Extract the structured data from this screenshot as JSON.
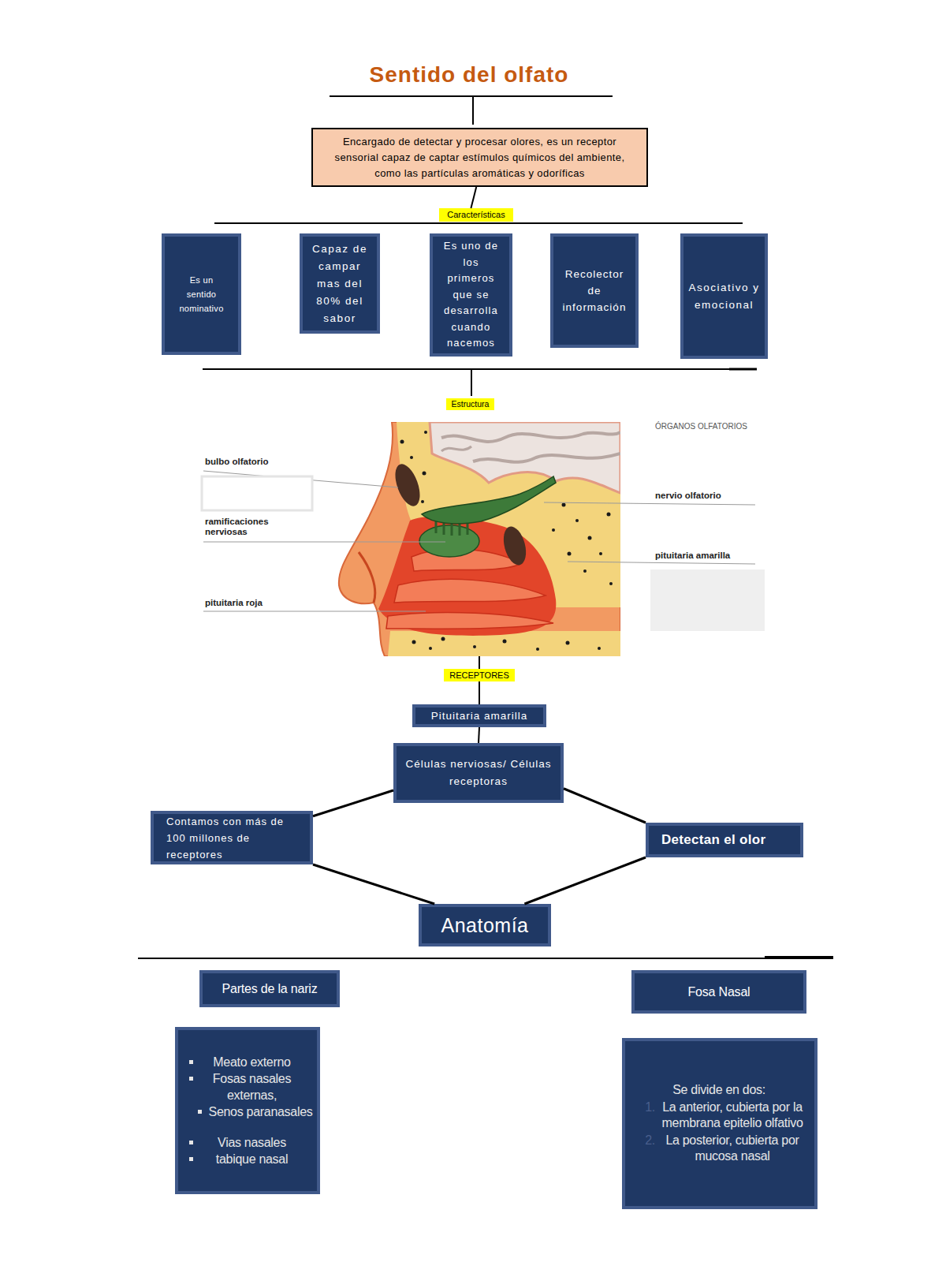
{
  "diagram": {
    "title": "Sentido del olfato",
    "nodes": [
      {
        "text": [
          "Encargado de detectar y procesar olores, es un receptor sensorial capaz de captar estímulos químicos del ambiente, como las partículas aromáticas y odoríficas"
        ]
      },
      {
        "text": [
          "Características"
        ]
      },
      {
        "text": [
          "Es un sentido nominativo"
        ]
      },
      {
        "text": [
          "Capaz de campar mas del 80% del sabor"
        ]
      },
      {
        "text": [
          "Es uno de los primeros que se desarrolla cuando nacemos"
        ]
      },
      {
        "text": [
          "Recolector de información"
        ]
      },
      {
        "text": [
          "Asociativo y emocional"
        ]
      },
      {
        "text": [
          "Estructura"
        ]
      },
      {
        "text": [
          "RECEPTORES"
        ]
      },
      {
        "text": [
          "Pituitaria amarilla"
        ]
      },
      {
        "text": [
          "Células nerviosas/ Células receptoras"
        ]
      },
      {
        "text": [
          "Contamos con más de 100 millones de receptores"
        ]
      },
      {
        "text": [
          "Detectan el olor"
        ]
      },
      {
        "text": [
          "Anatomía"
        ]
      },
      {
        "text": [
          "Partes de la nariz"
        ]
      },
      {
        "text": [
          "Fosa Nasal"
        ]
      },
      {
        "text": [
          "Meato externo",
          "Fosas nasales externas,",
          "Senos paranasales",
          "Vias nasales",
          "tabique nasal"
        ]
      },
      {
        "text": [
          "Se divide en dos:",
          "1.",
          "La anterior, cubierta por la membrana epitelio olfativo",
          "2.",
          "La posterior, cubierta por mucosa nasal"
        ]
      }
    ],
    "edges": [
      {
        "from": 0,
        "to": 1,
        "arrow": "none"
      },
      {
        "from": 8,
        "to": 9,
        "arrow": "none"
      },
      {
        "from": 9,
        "to": 10,
        "arrow": "none"
      },
      {
        "from": 10,
        "to": 11,
        "arrow": "none"
      },
      {
        "from": 10,
        "to": 12,
        "arrow": "none"
      },
      {
        "from": 11,
        "to": 13,
        "arrow": "none"
      },
      {
        "from": 12,
        "to": 13,
        "arrow": "none"
      }
    ],
    "labels": [
      "ÓRGANOS OLFATORIOS",
      "bulbo olfatorio",
      "ramificaciones nerviosas",
      "pituitaria roja",
      "nervio olfatorio",
      "pituitaria amarilla"
    ]
  }
}
